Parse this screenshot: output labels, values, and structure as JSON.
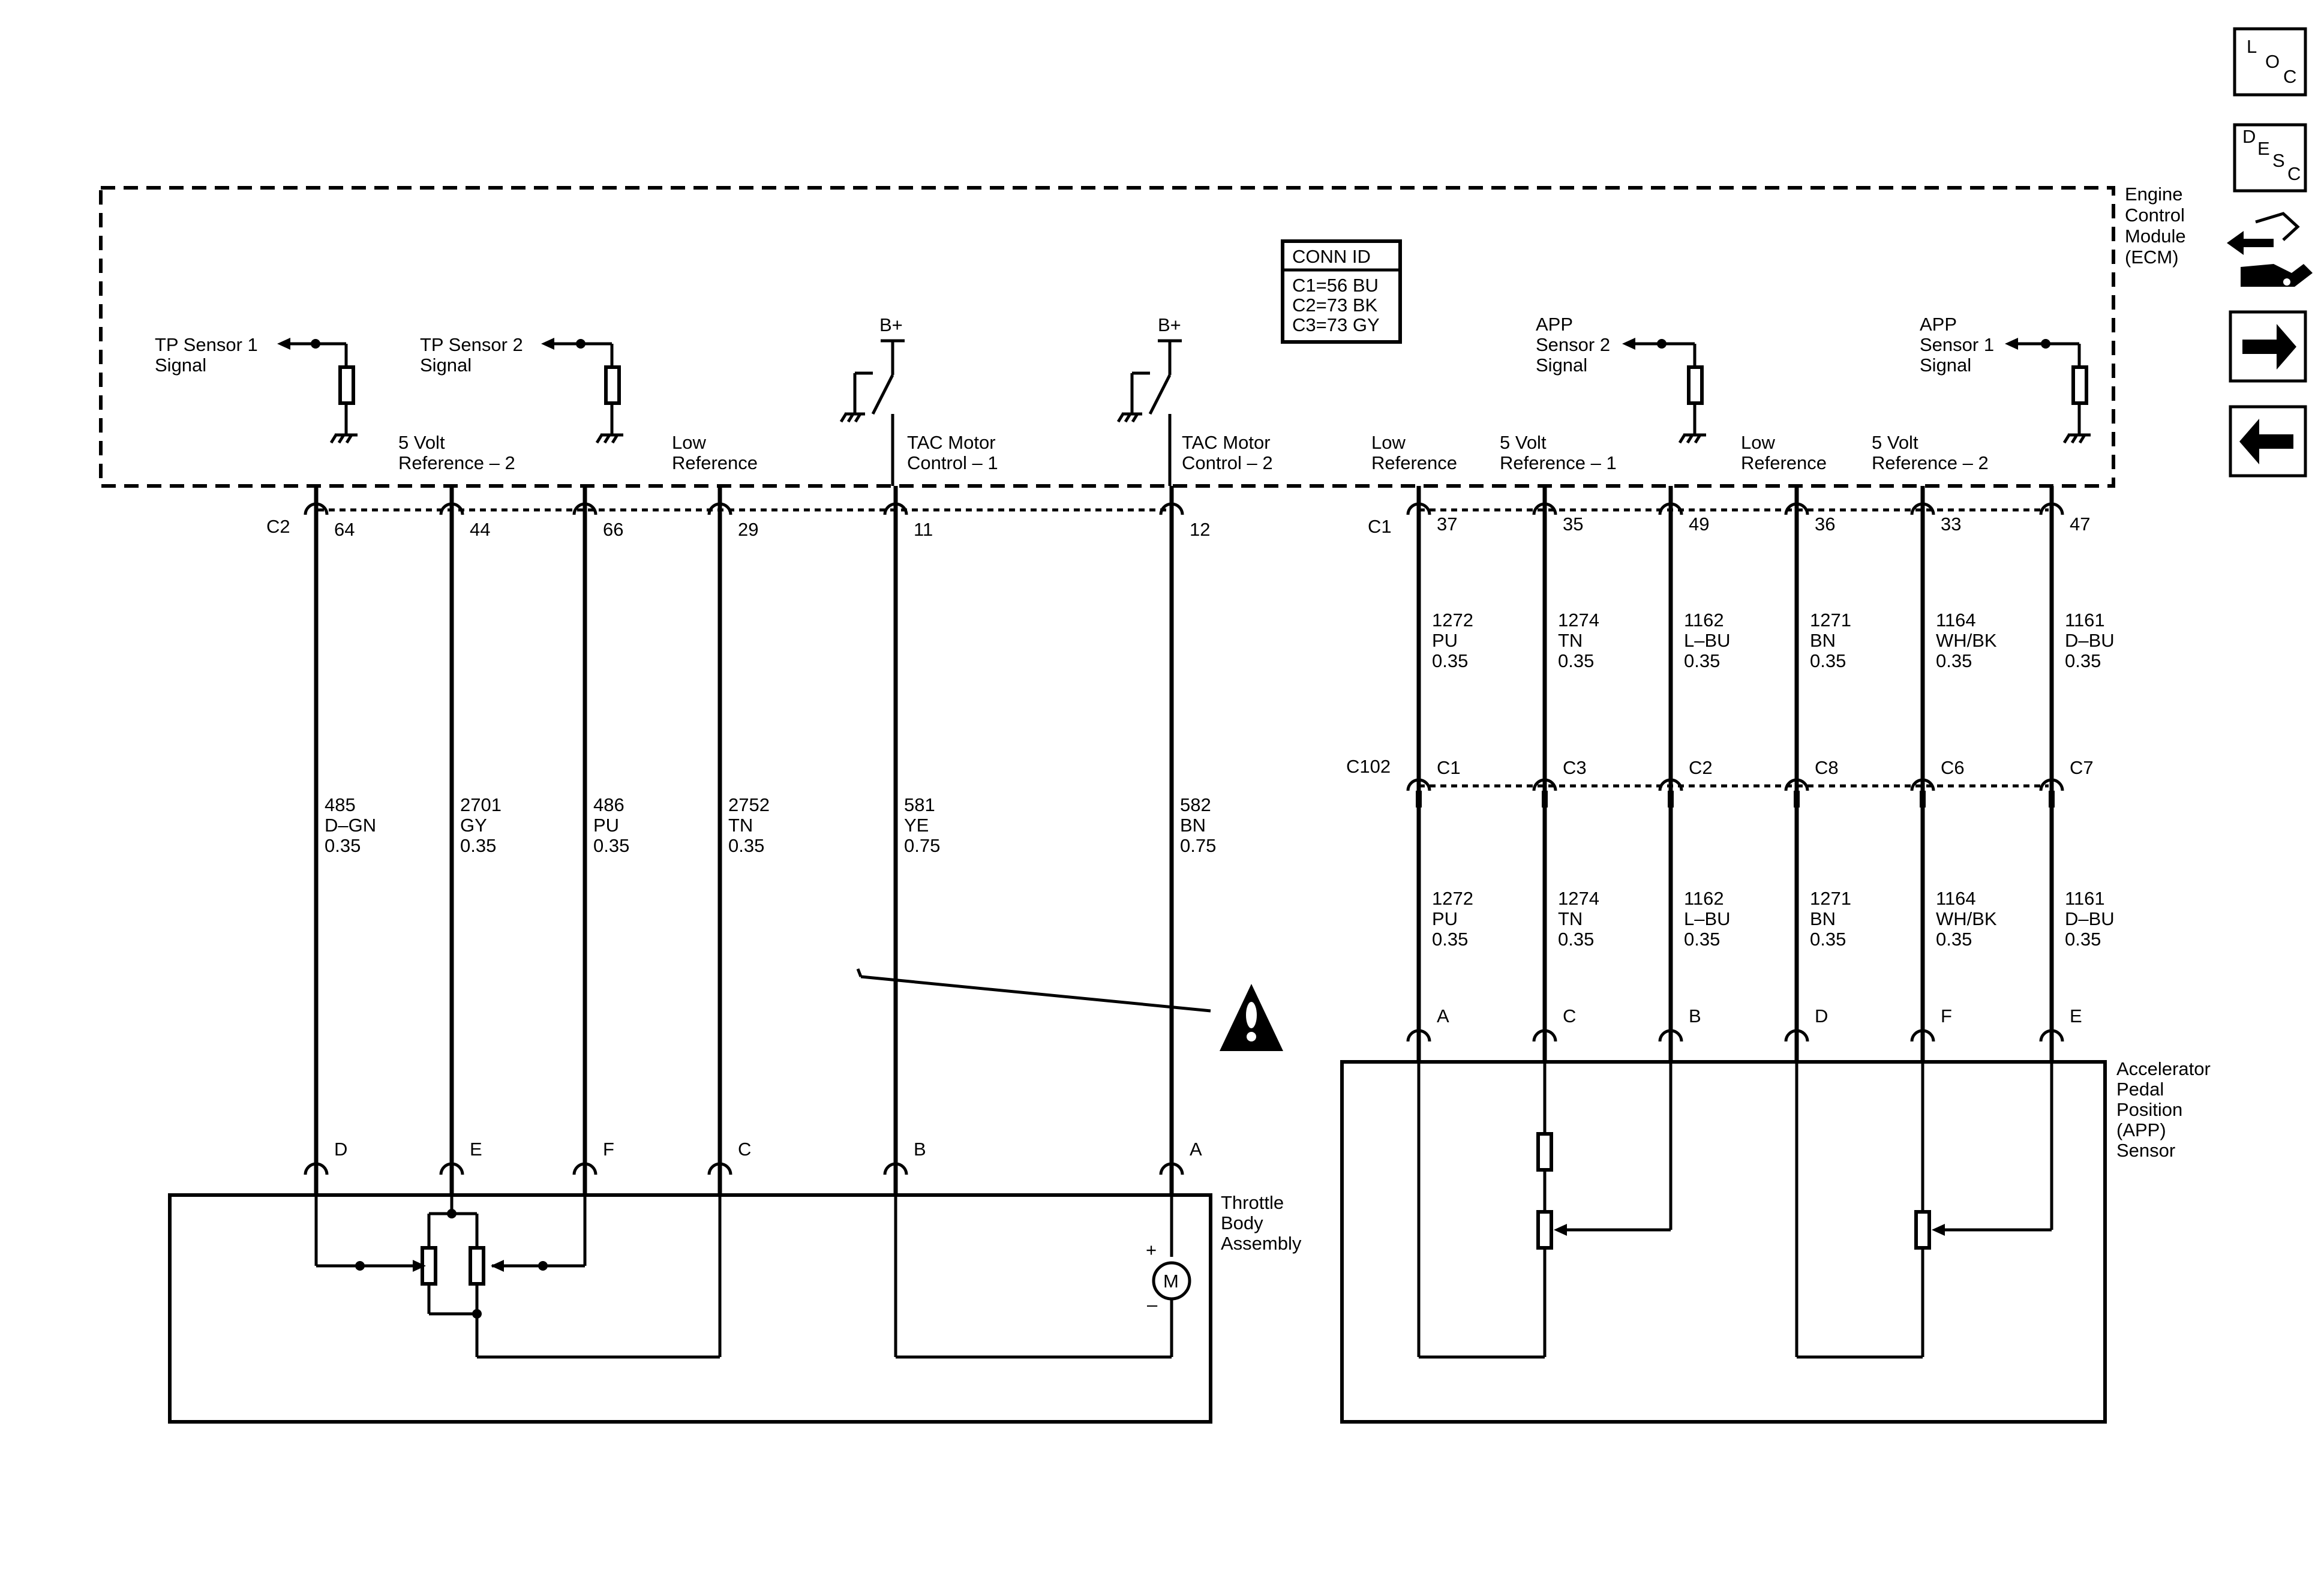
{
  "modules": {
    "ecm": {
      "label": [
        "Engine",
        "Control",
        "Module",
        "(ECM)"
      ]
    },
    "throttle": {
      "label": [
        "Throttle",
        "Body",
        "Assembly"
      ]
    },
    "app": {
      "label": [
        "Accelerator",
        "Pedal",
        "Position",
        "(APP)",
        "Sensor"
      ]
    }
  },
  "conn_id": {
    "title": "CONN ID",
    "lines": [
      "C1=56 BU",
      "C2=73 BK",
      "C3=73 GY"
    ]
  },
  "ecm_signals": [
    {
      "id": "tp1",
      "lines": [
        "TP Sensor 1",
        "Signal"
      ]
    },
    {
      "id": "tp2",
      "lines": [
        "TP Sensor 2",
        "Signal"
      ]
    },
    {
      "id": "app2",
      "lines": [
        "APP",
        "Sensor 2",
        "Signal"
      ]
    },
    {
      "id": "app1",
      "lines": [
        "APP",
        "Sensor 1",
        "Signal"
      ]
    }
  ],
  "ecm_pin_labels": [
    {
      "id": "5vref2a",
      "lines": [
        "5 Volt",
        "Reference – 2"
      ]
    },
    {
      "id": "lowref1",
      "lines": [
        "Low",
        "Reference"
      ]
    },
    {
      "id": "tac1",
      "lines": [
        "TAC Motor",
        "Control – 1"
      ]
    },
    {
      "id": "tac2",
      "lines": [
        "TAC Motor",
        "Control – 2"
      ]
    },
    {
      "id": "lowref2",
      "lines": [
        "Low",
        "Reference"
      ]
    },
    {
      "id": "5vref1",
      "lines": [
        "5 Volt",
        "Reference – 1"
      ]
    },
    {
      "id": "lowref3",
      "lines": [
        "Low",
        "Reference"
      ]
    },
    {
      "id": "5vref2b",
      "lines": [
        "5 Volt",
        "Reference – 2"
      ]
    }
  ],
  "bplus": "B+",
  "connectors": {
    "c2": "C2",
    "c1": "C1",
    "c102": "C102"
  },
  "throttle_pins": [
    {
      "ecm_pin": "64",
      "circuit": [
        "485",
        "D–GN",
        "0.35"
      ],
      "dev_pin": "D"
    },
    {
      "ecm_pin": "44",
      "circuit": [
        "2701",
        "GY",
        "0.35"
      ],
      "dev_pin": "E"
    },
    {
      "ecm_pin": "66",
      "circuit": [
        "486",
        "PU",
        "0.35"
      ],
      "dev_pin": "F"
    },
    {
      "ecm_pin": "29",
      "circuit": [
        "2752",
        "TN",
        "0.35"
      ],
      "dev_pin": "C"
    },
    {
      "ecm_pin": "11",
      "circuit": [
        "581",
        "YE",
        "0.75"
      ],
      "dev_pin": "B"
    },
    {
      "ecm_pin": "12",
      "circuit": [
        "582",
        "BN",
        "0.75"
      ],
      "dev_pin": "A"
    }
  ],
  "app_pins": [
    {
      "ecm_pin": "37",
      "circuit": [
        "1272",
        "PU",
        "0.35"
      ],
      "c102_pin": "C1",
      "dev_pin": "A"
    },
    {
      "ecm_pin": "35",
      "circuit": [
        "1274",
        "TN",
        "0.35"
      ],
      "c102_pin": "C3",
      "dev_pin": "C"
    },
    {
      "ecm_pin": "49",
      "circuit": [
        "1162",
        "L–BU",
        "0.35"
      ],
      "c102_pin": "C2",
      "dev_pin": "B"
    },
    {
      "ecm_pin": "36",
      "circuit": [
        "1271",
        "BN",
        "0.35"
      ],
      "c102_pin": "C8",
      "dev_pin": "D"
    },
    {
      "ecm_pin": "33",
      "circuit": [
        "1164",
        "WH/BK",
        "0.35"
      ],
      "c102_pin": "C6",
      "dev_pin": "F"
    },
    {
      "ecm_pin": "47",
      "circuit": [
        "1161",
        "D–BU",
        "0.35"
      ],
      "c102_pin": "C7",
      "dev_pin": "E"
    }
  ],
  "motor": {
    "symbol": "M",
    "plus": "+",
    "minus": "–"
  },
  "nav": {
    "loc": [
      "L",
      "O",
      "C"
    ],
    "desc": [
      "D",
      "E",
      "S",
      "C"
    ]
  }
}
